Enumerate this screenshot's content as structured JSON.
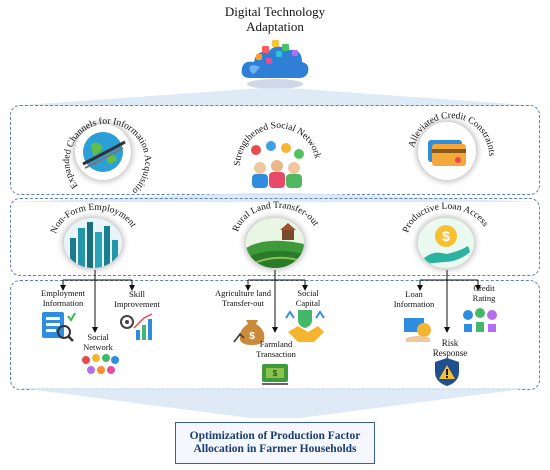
{
  "title_line1": "Digital Technology",
  "title_line2": "Adaptation",
  "mechanisms": [
    {
      "label": "Expanded Channels for Information Acquisition"
    },
    {
      "label": "Strengthened Social Network"
    },
    {
      "label": "Alleviated Credit Constraints"
    }
  ],
  "pathways": [
    {
      "label": "Non-Form Employment"
    },
    {
      "label": "Rural Land Transfer-out"
    },
    {
      "label": "Productive Loan Access"
    }
  ],
  "effects_left": {
    "a1": "Employment",
    "a2": "Information",
    "b1": "Skill",
    "b2": "Improvement",
    "c1": "Social",
    "c2": "Network"
  },
  "effects_middle": {
    "a1": "Agriculture land",
    "a2": "Transfer-out",
    "b1": "Social",
    "b2": "Capital",
    "c1": "Farmland",
    "c2": "Transaction"
  },
  "effects_right": {
    "a1": "Loan",
    "a2": "Information",
    "b1": "Credit",
    "b2": "Rating",
    "c1": "Risk",
    "c2": "Response"
  },
  "outcome_line1": "Optimization of Production Factor",
  "outcome_line2": "Allocation in Farmer Households",
  "colors": {
    "dashed_border": "#5b7fc0",
    "outcome_text": "#1b3c73",
    "arrow": "#aac6e8"
  }
}
